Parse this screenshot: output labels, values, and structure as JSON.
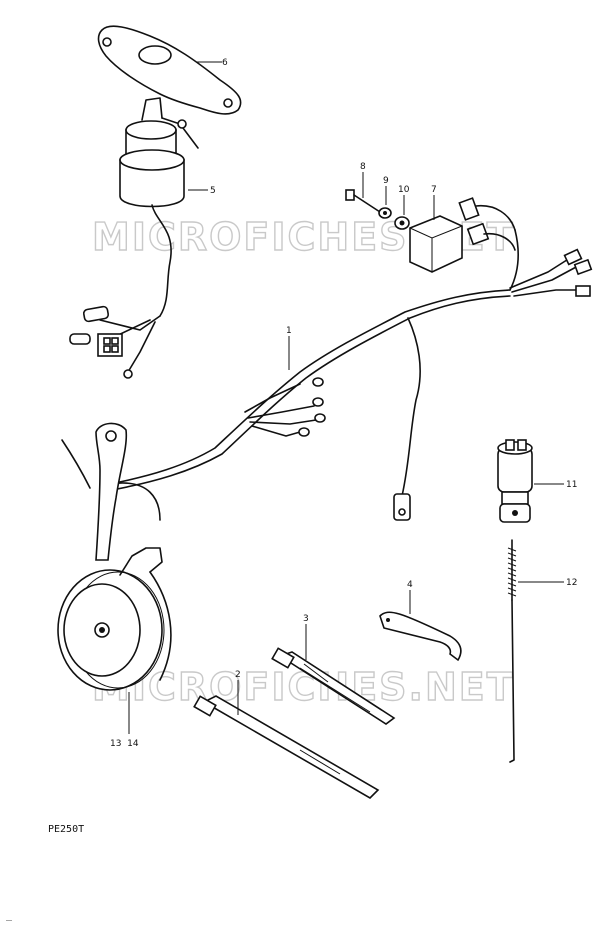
{
  "diagram": {
    "code": "PE250T",
    "watermarks": [
      "MICROFICHES.NET",
      "MICROFICHES.NET"
    ],
    "footer_mark": "_",
    "labels": {
      "p1": "1",
      "p2": "2",
      "p3": "3",
      "p4": "4",
      "p5": "5",
      "p6": "6",
      "p7": "7",
      "p8": "8",
      "p9": "9",
      "p10": "10",
      "p11": "11",
      "p12": "12",
      "p13_14": "13  14"
    }
  }
}
